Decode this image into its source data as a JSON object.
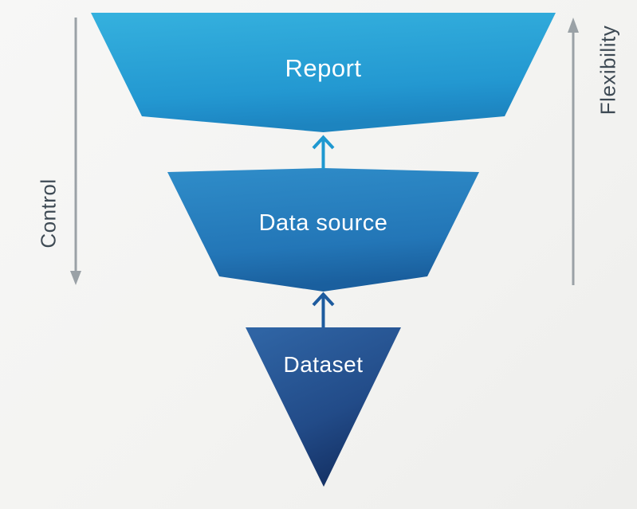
{
  "figure": {
    "type": "inverted-funnel-diagram",
    "layers": [
      {
        "id": "report",
        "label": "Report",
        "color_top": "#31acdb",
        "color_bottom": "#1d84bf"
      },
      {
        "id": "data-source",
        "label": "Data source",
        "color_top": "#2e8bc8",
        "color_bottom": "#1a5f9e"
      },
      {
        "id": "dataset",
        "label": "Dataset",
        "color_top": "#2e62a3",
        "color_bottom": "#132f62"
      }
    ],
    "connectors": [
      {
        "id": "datasource-to-report",
        "direction": "up",
        "color": "#1e98d0"
      },
      {
        "id": "dataset-to-datasource",
        "direction": "up",
        "color": "#1d5b9e"
      }
    ],
    "axes": [
      {
        "id": "control",
        "label": "Control",
        "direction": "down",
        "color": "#9aa1a6"
      },
      {
        "id": "flexibility",
        "label": "Flexibility",
        "direction": "up",
        "color": "#9aa1a6"
      }
    ],
    "label_text_color": "#ffffff",
    "axis_text_color": "#3e4a54",
    "background_color": "#f4f4f2"
  }
}
